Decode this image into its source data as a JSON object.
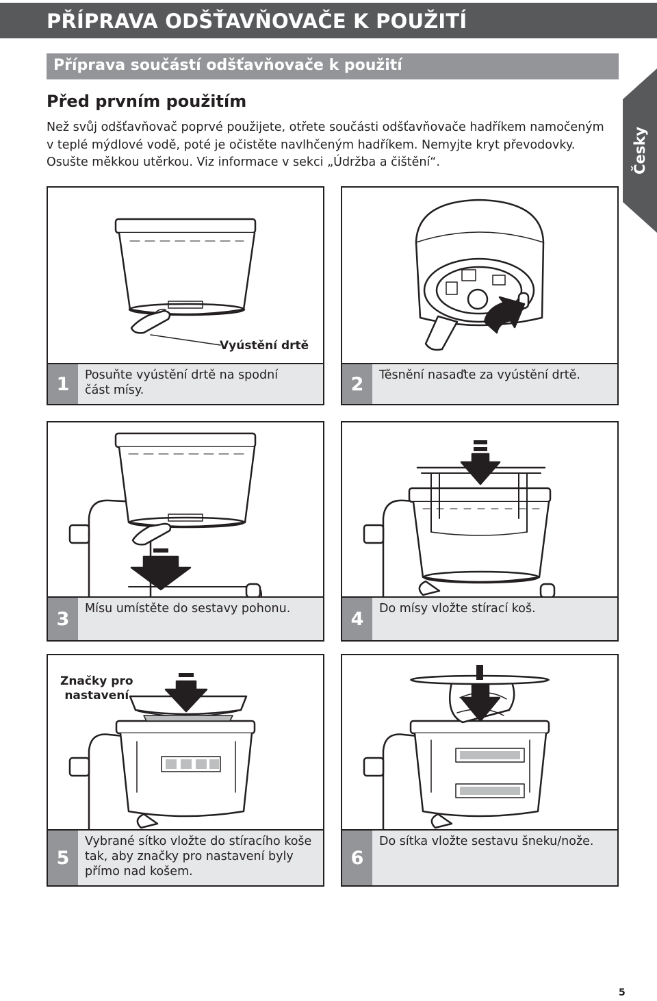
{
  "header": {
    "title": "PŘÍPRAVA ODŠŤAVŇOVAČE K POUŽITÍ"
  },
  "subheader": {
    "title": "Příprava součástí odšťavňovače k použití"
  },
  "section": {
    "heading": "Před prvním použitím",
    "intro_lines": [
      "Než svůj odšťavňovač poprvé použijete, otřete součásti odšťavňovače hadříkem namočeným",
      "v teplé mýdlové vodě, poté je očistěte navlhčeným hadříkem. Nemyjte kryt převodovky.",
      "Osušte měkkou utěrkou. Viz informace v sekci „Údržba a čištění“."
    ]
  },
  "language_tab": {
    "label": "Česky"
  },
  "steps": [
    {
      "number": "1",
      "lines": [
        "Posuňte vyústění drtě na spodní",
        "část mísy."
      ],
      "callout_lines": [
        "Vyústění drtě"
      ]
    },
    {
      "number": "2",
      "lines": [
        "Těsnění nasaďte za vyústění drtě."
      ]
    },
    {
      "number": "3",
      "lines": [
        "Mísu umístěte do sestavy pohonu."
      ]
    },
    {
      "number": "4",
      "lines": [
        "Do mísy vložte stírací koš."
      ]
    },
    {
      "number": "5",
      "lines": [
        "Vybrané sítko vložte do stíracího koše",
        "tak, aby značky pro nastavení byly",
        "přímo nad košem."
      ],
      "callout_lines": [
        "Značky pro",
        "nastavení"
      ]
    },
    {
      "number": "6",
      "lines": [
        "Do sítka vložte sestavu šneku/nože."
      ]
    }
  ],
  "colors": {
    "header_bar": "#58595b",
    "subheader_bar": "#939598",
    "caption_bg": "#e6e7e8",
    "number_box": "#939598",
    "line": "#231f20"
  },
  "page": {
    "number": "5"
  }
}
